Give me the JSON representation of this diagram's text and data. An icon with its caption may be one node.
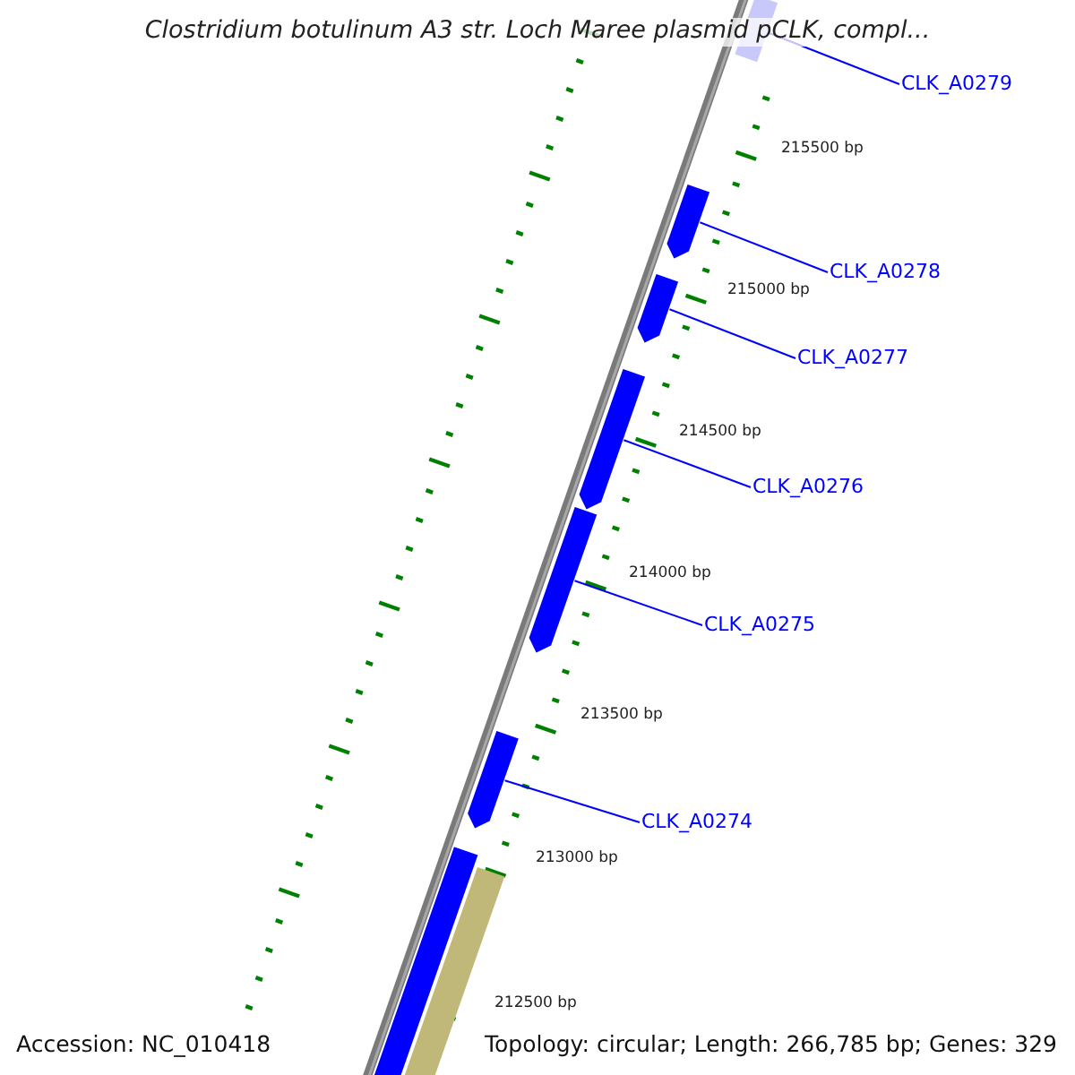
{
  "diagram": {
    "title": "Clostridium botulinum A3 str. Loch Maree plasmid pCLK, compl...",
    "nodes": [
      {
        "text": [
          "CLK_A0279"
        ]
      },
      {
        "text": [],
        "shape": "bar"
      },
      {
        "text": [
          "CLK_A0278"
        ]
      },
      {
        "text": [],
        "shape": "bar"
      },
      {
        "text": [
          "CLK_A0277"
        ]
      },
      {
        "text": [],
        "shape": "bar"
      },
      {
        "text": [
          "CLK_A0276"
        ]
      },
      {
        "text": [],
        "shape": "bar"
      },
      {
        "text": [
          "CLK_A0275"
        ]
      },
      {
        "text": [],
        "shape": "bar"
      },
      {
        "text": [
          "CLK_A0274"
        ]
      },
      {
        "text": [],
        "shape": "bar"
      },
      {
        "text": [],
        "shape": "bar"
      },
      {
        "text": [],
        "shape": "bar"
      }
    ],
    "edges": [
      {
        "from": 0,
        "to": 1,
        "arrow": "none"
      },
      {
        "from": 2,
        "to": 3,
        "arrow": "none"
      },
      {
        "from": 4,
        "to": 5,
        "arrow": "none"
      },
      {
        "from": 6,
        "to": 7,
        "arrow": "none"
      },
      {
        "from": 8,
        "to": 9,
        "arrow": "none"
      },
      {
        "from": 10,
        "to": 11,
        "arrow": "none"
      }
    ],
    "labels": [
      "215500 bp",
      "215000 bp",
      "214500 bp",
      "214000 bp",
      "213500 bp",
      "213000 bp",
      "212500 bp",
      "Accession: NC_010418",
      "Topology: circular; Length: 266,785 bp; Genes: 329"
    ]
  }
}
